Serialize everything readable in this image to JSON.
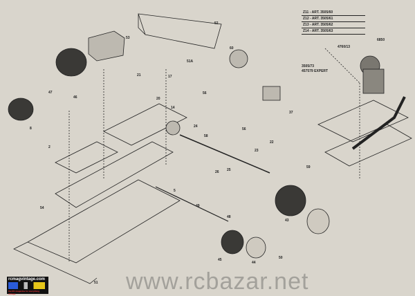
{
  "legend": {
    "rows": [
      "Z11 - ART. 3505/60",
      "Z12 - ART. 3505/61",
      "Z13 - ART. 3505/62",
      "Z14 - ART. 3505/63"
    ],
    "footer_code": "3505/73",
    "footer_label": "457579 EXPERT"
  },
  "part_labels": [
    "52",
    "53",
    "51A",
    "60",
    "6850",
    "4760/13",
    "21",
    "17",
    "20",
    "14",
    "56",
    "56",
    "37",
    "47",
    "46",
    "8",
    "2",
    "22",
    "23",
    "24",
    "25",
    "26",
    "58",
    "59",
    "5",
    "49",
    "48",
    "54",
    "43",
    "44",
    "45",
    "50",
    "51"
  ],
  "watermark": "www.rcbazar.net",
  "logo": {
    "text": "rcmagvintage.com",
    "tagline": "the RC magazine for everything vintage"
  },
  "colors": {
    "paper": "#d9d5cc",
    "ink": "#222222"
  }
}
